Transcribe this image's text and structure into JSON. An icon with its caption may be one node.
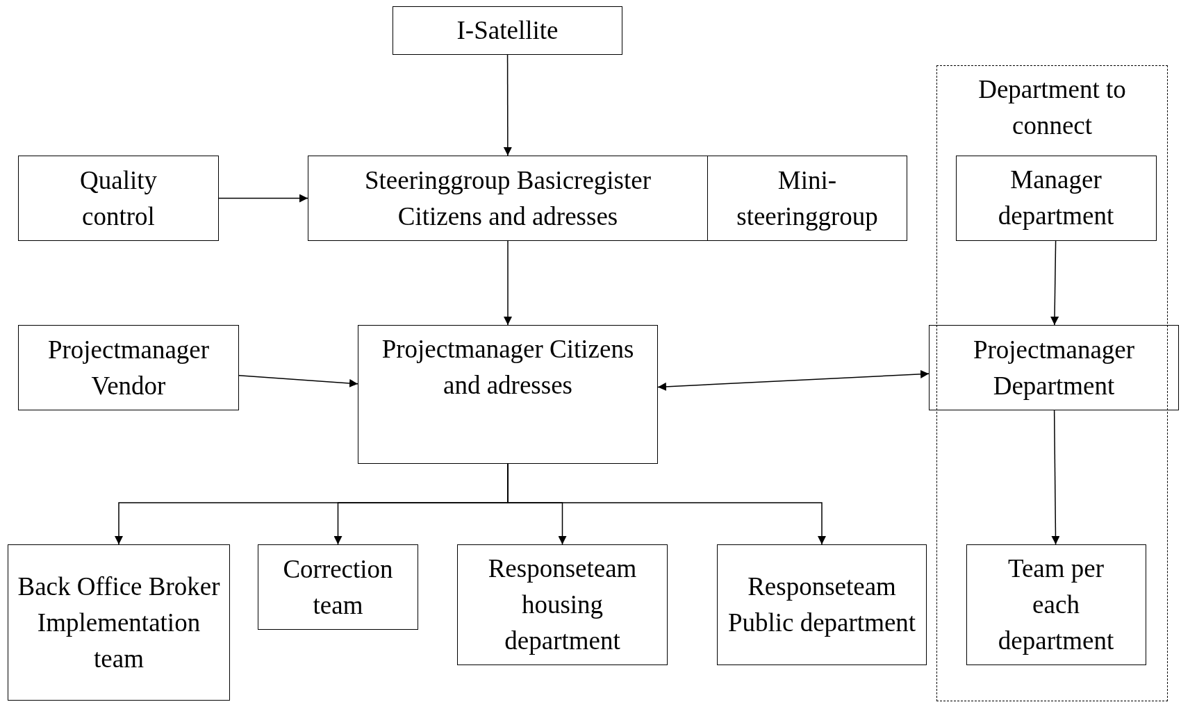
{
  "diagram": {
    "nodes": [
      {
        "text": [
          "I-Satellite"
        ]
      },
      {
        "text": [
          "Quality control"
        ]
      },
      {
        "text": [
          "Steeringgroup Basicregister Citizens and adresses"
        ]
      },
      {
        "text": [
          "Mini- steeringgroup"
        ]
      },
      {
        "text": [
          "Department to connect"
        ]
      },
      {
        "text": [
          "Manager department"
        ],
        "in": 4
      },
      {
        "text": [
          "Projectmanager Vendor"
        ]
      },
      {
        "text": [
          "Projectmanager Citizens and adresses"
        ]
      },
      {
        "text": [
          "Projectmanager Department"
        ]
      },
      {
        "text": [
          "Back Office Broker Implementation team"
        ]
      },
      {
        "text": [
          "Correction team"
        ]
      },
      {
        "text": [
          "Responseteam housing department"
        ]
      },
      {
        "text": [
          "Responseteam Public department"
        ]
      },
      {
        "text": [
          "Team per each department"
        ],
        "in": 4
      }
    ],
    "edges": [
      {
        "from": 0,
        "to": 2,
        "arrow": "to"
      },
      {
        "from": 1,
        "to": 2,
        "arrow": "to"
      },
      {
        "from": 2,
        "to": 7,
        "arrow": "to"
      },
      {
        "from": 5,
        "to": 8,
        "arrow": "to"
      },
      {
        "from": 6,
        "to": 7,
        "arrow": "to"
      },
      {
        "from": 7,
        "to": 8,
        "arrow": "both"
      },
      {
        "from": 8,
        "to": 13,
        "arrow": "to"
      },
      {
        "from": 7,
        "to": 9,
        "arrow": "to"
      },
      {
        "from": 7,
        "to": 10,
        "arrow": "to"
      },
      {
        "from": 7,
        "to": 11,
        "arrow": "to"
      },
      {
        "from": 7,
        "to": 12,
        "arrow": "to"
      }
    ]
  }
}
